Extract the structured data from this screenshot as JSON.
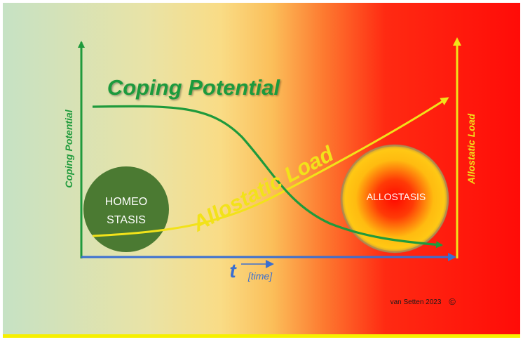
{
  "title": "Coping Potential",
  "left_axis_label": "Coping Potential",
  "right_axis_label": "Allostatic Load",
  "curve_label_load": "Allostatic Load",
  "homeo_circle": {
    "line1": "HOMEO",
    "line2": "STASIS"
  },
  "allostasis_circle": {
    "label": "ALLOSTASIS"
  },
  "time_axis": {
    "symbol": "t",
    "label": "[time]"
  },
  "credit": "van Setten 2023",
  "copyright_symbol": "©",
  "colors": {
    "coping_green": "#1f9a3c",
    "load_yellow": "#f2e21a",
    "time_blue": "#3a6fd1",
    "homeo_fill": "#4b7a32",
    "background_left": "#c8e2c0",
    "background_right": "#ff1a0a"
  }
}
